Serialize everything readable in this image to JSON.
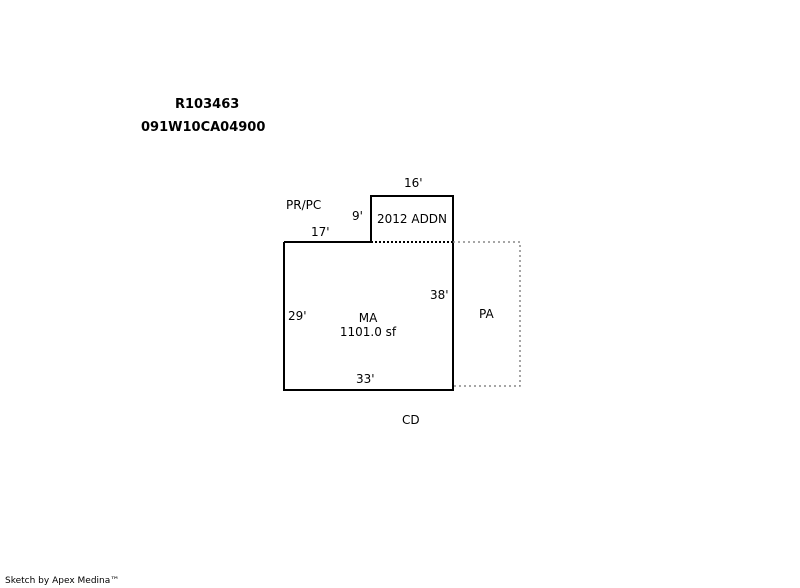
{
  "header": {
    "account_id": "R103463",
    "parcel_id": "091W10CA04900"
  },
  "labels": {
    "porch": "PR/PC",
    "addition": "2012 ADDN",
    "main_area_code": "MA",
    "main_area_size": "1101.0 sf",
    "patio": "PA",
    "deck": "CD"
  },
  "dimensions": {
    "top_addn": "16'",
    "addn_side": "9'",
    "top_main": "17'",
    "left_side": "29'",
    "right_side": "38'",
    "bottom": "33'"
  },
  "footer": {
    "credit": "Sketch by Apex Medina™"
  },
  "colors": {
    "line": "#000000",
    "dashed": "#888888"
  }
}
